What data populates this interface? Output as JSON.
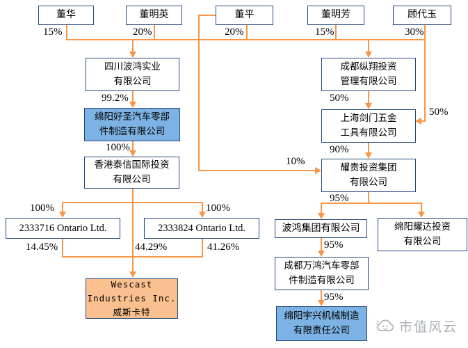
{
  "diagram": {
    "shareholders": [
      {
        "name": "董华",
        "pct": "15%"
      },
      {
        "name": "董明英",
        "pct": "20%"
      },
      {
        "name": "董平",
        "pct": "20%"
      },
      {
        "name": "董明芳",
        "pct": "15%"
      },
      {
        "name": "顾代玉",
        "pct": "30%"
      }
    ],
    "companies": {
      "sichuan_bohong": "四川波鸿实业\n有限公司",
      "mianyang_haosheng": "绵阳好圣汽车零部\n件制造有限公司",
      "hk_taixin": "香港泰信国际投资\n有限公司",
      "ontario_716": "2333716 Ontario Ltd.",
      "ontario_824": "2333824 Ontario Ltd.",
      "wescast": "Wescast\nIndustries Inc.\n威斯卡特",
      "chengdu_zongxiang": "成都纵翔投资\n管理有限公司",
      "shanghai_jianmen": "上海剑门五金\n工具有限公司",
      "yaogui": "耀贵投资集团\n有限公司",
      "bohong_group": "波鸿集团有限公司",
      "mianyang_yaoda": "绵阳耀达投资\n有限公司",
      "chengdu_wanhong": "成都万鸿汽车零部\n件制造有限公司",
      "mianyang_yuxing": "绵阳宇兴机械制造\n有限责任公司"
    },
    "edge_labels": {
      "sichuan_to_haosheng": "99.2%",
      "haosheng_to_taixin": "100%",
      "taixin_to_716": "100%",
      "taixin_to_824": "100%",
      "o716_to_wescast": "14.45%",
      "taixin_to_wescast": "44.29%",
      "o824_to_wescast": "41.26%",
      "zongxiang_to_jianmen": "50%",
      "gudaiyu_to_jianmen": "50%",
      "jianmen_to_yaogui": "90%",
      "dongping_to_yaogui": "10%",
      "yaogui_to_subs": "95%",
      "bohong_to_wanhong": "95%",
      "wanhong_to_yuxing": "95%"
    }
  },
  "watermark": {
    "brand": "市值风云"
  },
  "colors": {
    "connector": "#F79646",
    "box_border": "#26477C",
    "highlight_blue": "#7DB3E4",
    "highlight_orange": "#FAC08F",
    "watermark_gray": "#A9AEB4"
  }
}
